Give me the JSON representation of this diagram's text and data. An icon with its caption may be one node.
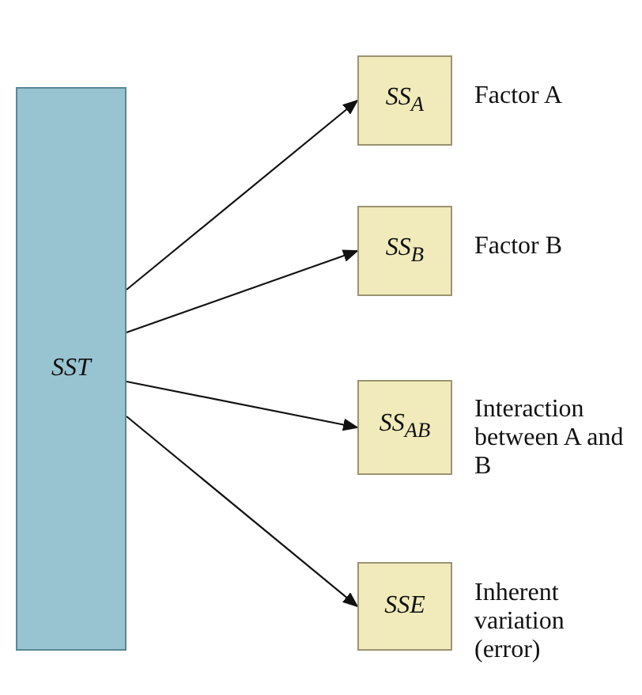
{
  "diagram": {
    "nodes": [
      {
        "text": [
          "SST"
        ]
      },
      {
        "text": [
          "SS$_{A}$"
        ],
        "beside": [
          "Factor A"
        ]
      },
      {
        "text": [
          "SS$_{B}$"
        ],
        "beside": [
          "Factor B"
        ]
      },
      {
        "text": [
          "SS$_{AB}$"
        ],
        "beside": [
          "Interaction between A and B"
        ]
      },
      {
        "text": [
          "SSE"
        ],
        "beside": [
          "Inherent variation (error)"
        ]
      }
    ],
    "edges": [
      {
        "from": 0,
        "to": 1,
        "arrow": "to"
      },
      {
        "from": 0,
        "to": 2,
        "arrow": "to"
      },
      {
        "from": 0,
        "to": 3,
        "arrow": "to"
      },
      {
        "from": 0,
        "to": 4,
        "arrow": "to"
      }
    ]
  }
}
